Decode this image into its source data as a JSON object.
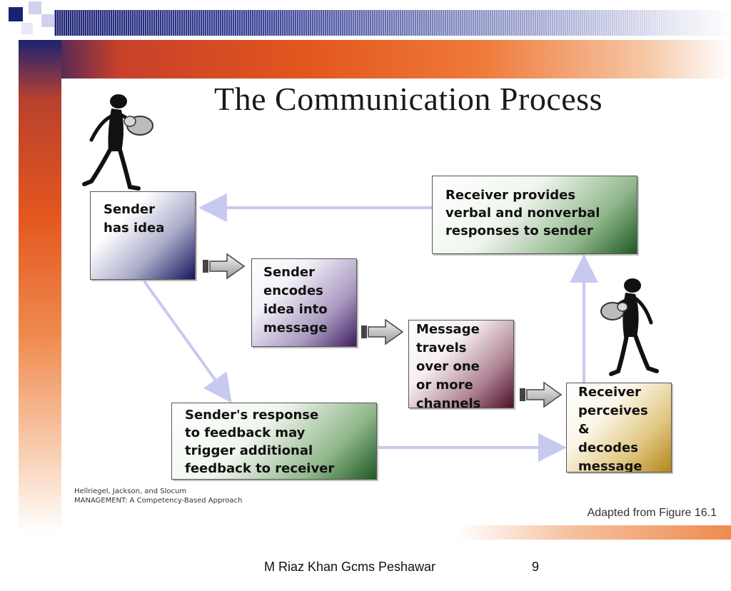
{
  "title": "The Communication Process",
  "boxes": {
    "sender_has_idea": "Sender\nhas idea",
    "sender_encodes": "Sender\nencodes\nidea into\nmessage",
    "message_travels": "Message\ntravels\nover one\nor more\nchannels",
    "receiver_perceives": "Receiver\nperceives\n&\ndecodes\nmessage",
    "receiver_provides": "Receiver provides\nverbal and nonverbal\nresponses to sender",
    "sender_response": "Sender's response\nto feedback may\ntrigger additional\nfeedback to receiver"
  },
  "citation": {
    "line1": "Hellriegel, Jackson, and Slocum",
    "line2": "MANAGEMENT: A Competency-Based Approach"
  },
  "adapted_from": "Adapted from Figure 16.1",
  "footer": {
    "author": "M Riaz Khan Gcms Peshawar",
    "page_number": "9"
  },
  "colors": {
    "navy": "#1c2273",
    "orange": "#e2561e",
    "connector": "#c7c9f0"
  }
}
